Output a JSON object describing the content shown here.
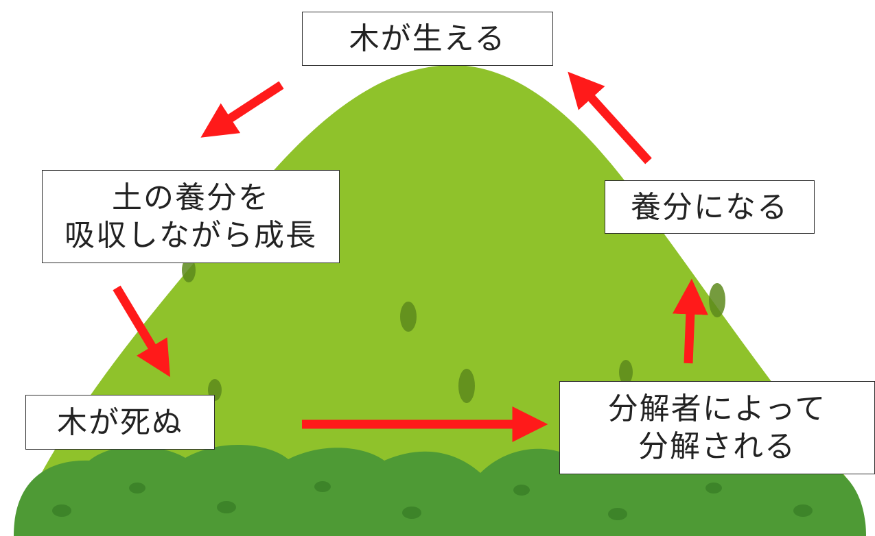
{
  "cycle": {
    "tree_grows": "木が生える",
    "absorb_line1": "土の養分を",
    "absorb_line2": "吸収しながら成長",
    "tree_dies": "木が死ぬ",
    "decompose_line1": "分解者によって",
    "decompose_line2": "分解される",
    "becomes_nutrient": "養分になる"
  },
  "colors": {
    "mountain": "#8fc22b",
    "mountain_spot": "#5d8a1c",
    "forest": "#4e9a35",
    "forest_dark": "#3a7e27",
    "arrow": "#ff1a1a",
    "box_border": "#2b2b2b"
  }
}
